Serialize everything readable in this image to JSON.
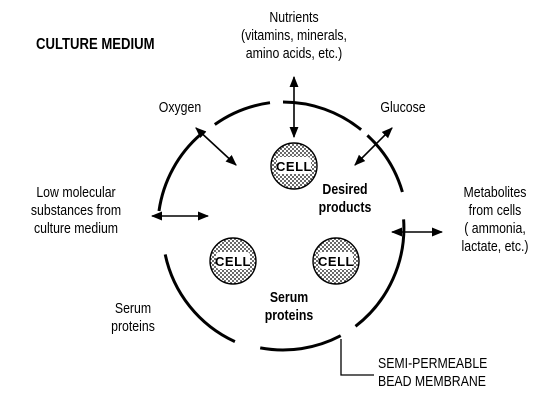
{
  "title": "CULTURE MEDIUM",
  "inputs": {
    "nutrients": "Nutrients\n(vitamins, minerals,\namino acids, etc.)",
    "oxygen": "Oxygen",
    "glucose": "Glucose",
    "low_molecular": "Low molecular\nsubstances from\nculture medium"
  },
  "outputs": {
    "metabolites": "Metabolites\nfrom cells\n( ammonia,\nlactate, etc.)"
  },
  "inside": {
    "desired_products": "Desired\nproducts",
    "serum_proteins_inside": "Serum\nproteins",
    "cell_label": "CELL"
  },
  "outside": {
    "serum_proteins_outside": "Serum\nproteins"
  },
  "membrane_label": "SEMI-PERMEABLE\nBEAD MEMBRANE"
}
